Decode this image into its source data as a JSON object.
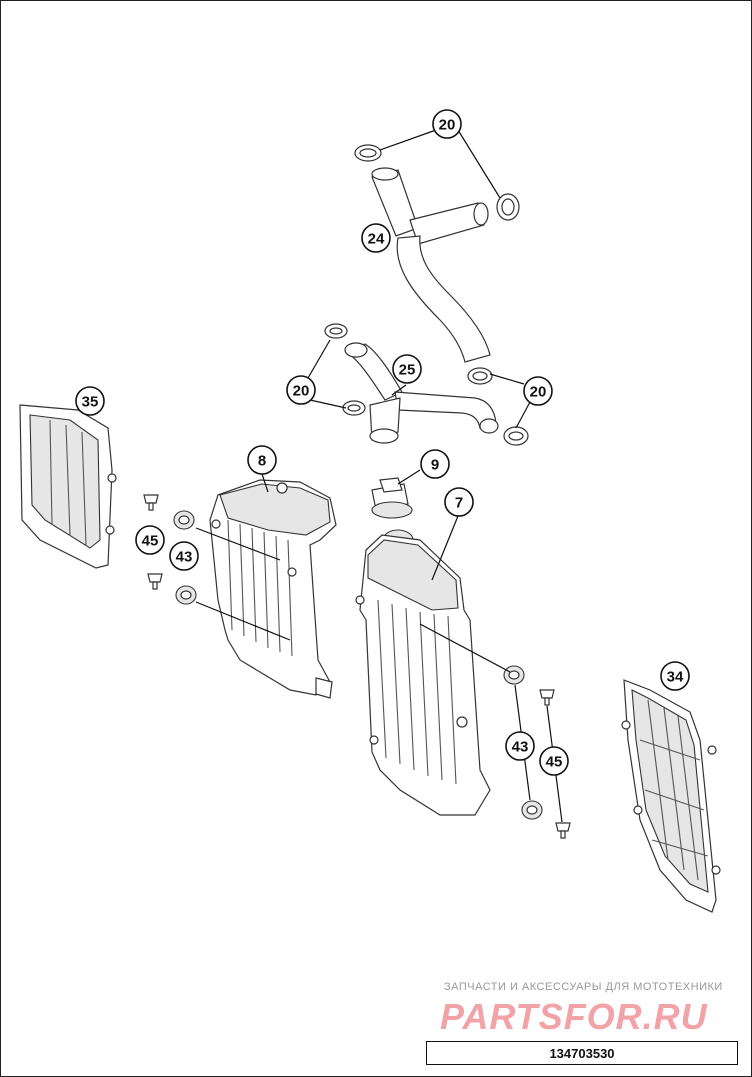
{
  "callouts": {
    "c20a": "20",
    "c24": "24",
    "c25": "25",
    "c20b": "20",
    "c20c": "20",
    "c35": "35",
    "c8": "8",
    "c9": "9",
    "c7": "7",
    "c45a": "45",
    "c43a": "43",
    "c34": "34",
    "c43b": "43",
    "c45b": "45"
  },
  "watermark": {
    "text": "ЗАПЧАСТИ И АКСЕССУАРЫ ДЛЯ МОТОТЕХНИКИ",
    "logo": "PARTSFOR.RU"
  },
  "drawing_code": "134703530"
}
